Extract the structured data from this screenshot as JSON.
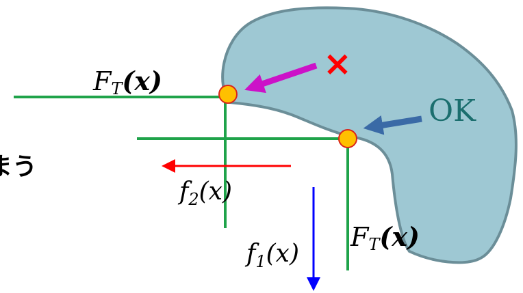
{
  "labels": {
    "ft_top": {
      "F": "F",
      "sub": "T",
      "arg": "(x)"
    },
    "ft_bottom": {
      "F": "F",
      "sub": "T",
      "arg": "(x)"
    },
    "f1": {
      "f": "f",
      "sub": "1",
      "arg": "(x)"
    },
    "f2": {
      "f": "f",
      "sub": "2",
      "arg": "(x)"
    },
    "cross": "×",
    "ok": "OK",
    "partial_text": "まう"
  },
  "colors": {
    "region_fill": "#9ec8d3",
    "region_stroke": "#6b8e98",
    "frontier_line": "#1fa34a",
    "point_fill": "#ffc000",
    "point_stroke": "#d9251c",
    "arrow_bad": "#cc12c8",
    "arrow_good": "#3a6aa6",
    "arrow_f1": "#0000ff",
    "arrow_f2": "#ff0000",
    "cross": "#ff0000",
    "ok": "#1b6e6e"
  }
}
